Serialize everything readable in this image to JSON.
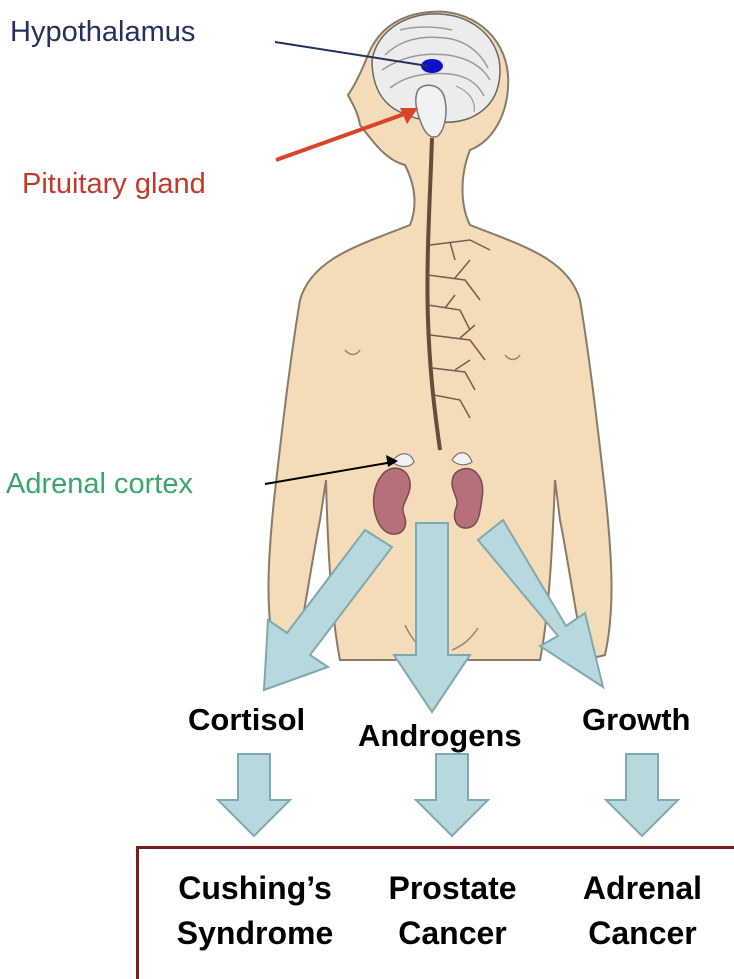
{
  "labels": {
    "hypothalamus": {
      "text": "Hypothalamus",
      "color": "#24305e"
    },
    "pituitary": {
      "text": "Pituitary gland",
      "color": "#c0392b"
    },
    "adrenal_cortex": {
      "text": "Adrenal cortex",
      "color": "#3aa56c"
    }
  },
  "hormones": [
    "Cortisol",
    "Androgens",
    "Growth"
  ],
  "outcomes": [
    {
      "line1": "Cushing’s",
      "line2": "Syndrome"
    },
    {
      "line1": "Prostate",
      "line2": "Cancer"
    },
    {
      "line1": "Adrenal",
      "line2": "Cancer"
    }
  ],
  "colors": {
    "skin": "#f4dcb8",
    "outline": "#8a7a68",
    "kidney": "#b5707a",
    "arrow_fill": "#b7d8dc",
    "arrow_stroke": "#7fa9b0",
    "hypothalamus_spot": "#1010c8",
    "box_border": "#7a1c1c"
  }
}
